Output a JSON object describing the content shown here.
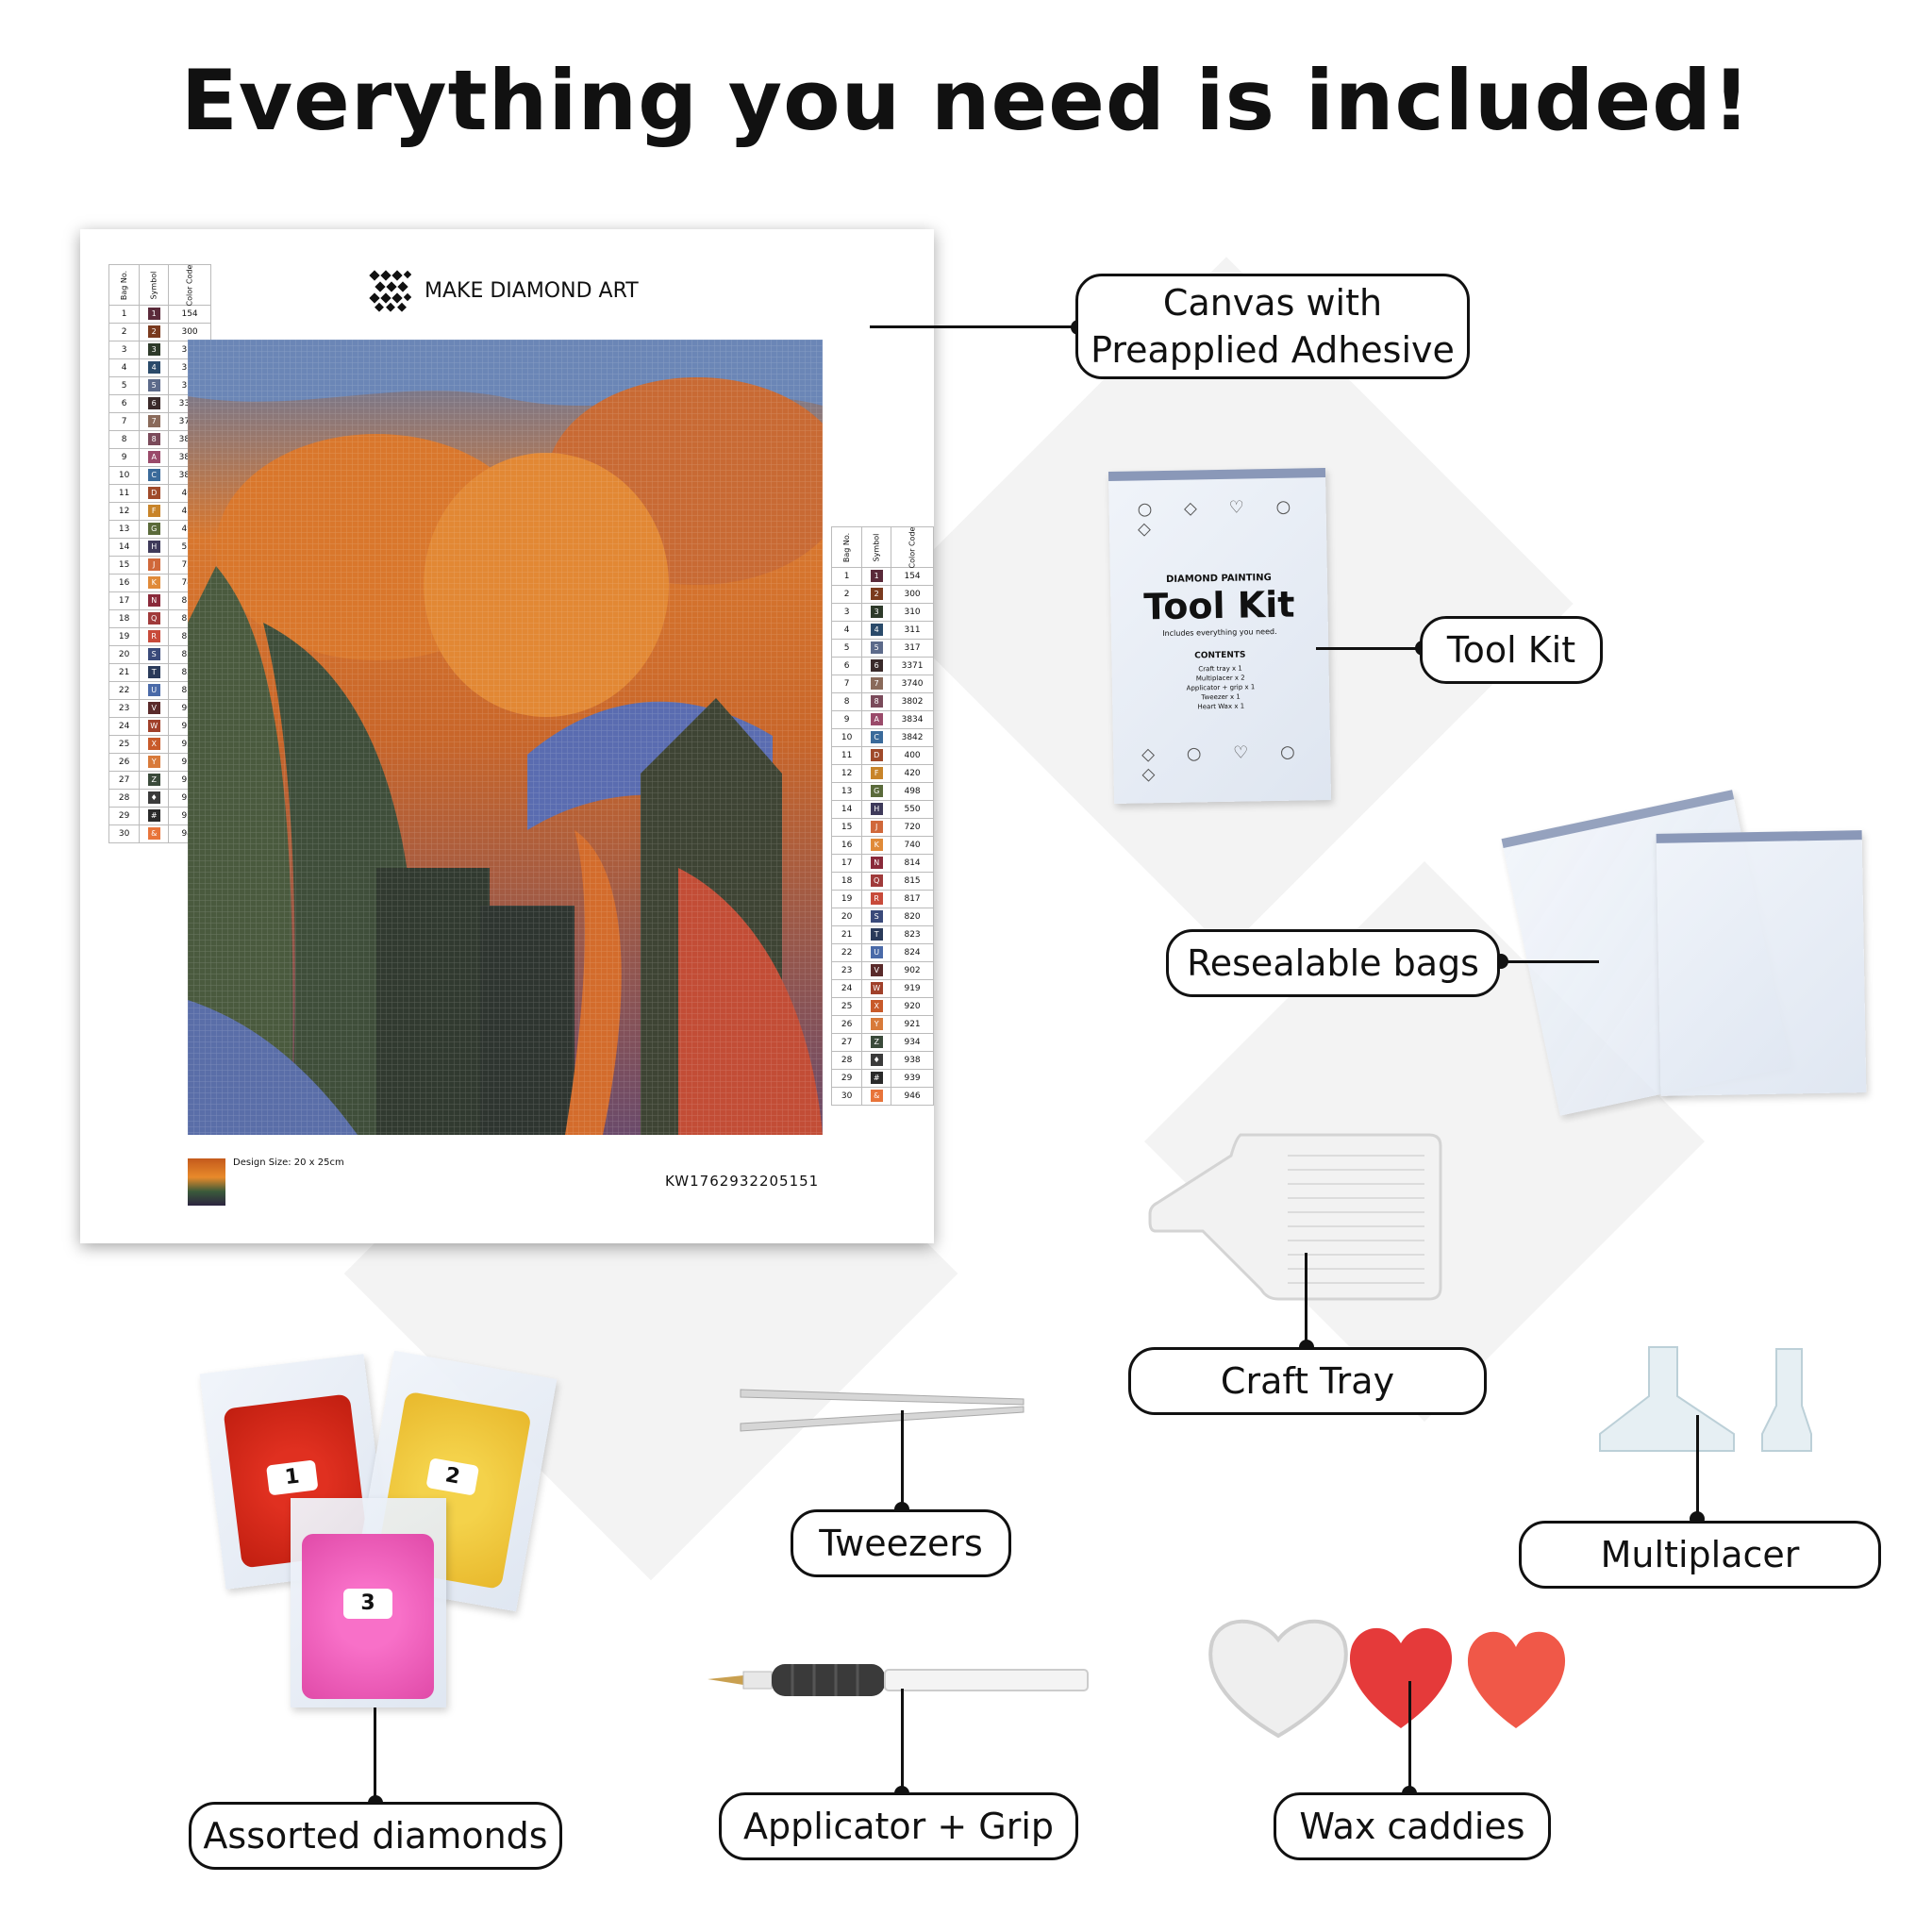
{
  "title": "Everything you need is included!",
  "canvas": {
    "brand": "MAKE DIAMOND ART",
    "design_size": "Design Size: 20 x 25cm",
    "code": "KW1762932205151",
    "legend_headers": [
      "Bag No.",
      "Symbol",
      "Color Code"
    ],
    "legend_rows": [
      [
        "1",
        "1",
        "154"
      ],
      [
        "2",
        "2",
        "300"
      ],
      [
        "3",
        "3",
        "310"
      ],
      [
        "4",
        "4",
        "311"
      ],
      [
        "5",
        "5",
        "317"
      ],
      [
        "6",
        "6",
        "3371"
      ],
      [
        "7",
        "7",
        "3740"
      ],
      [
        "8",
        "8",
        "3802"
      ],
      [
        "9",
        "A",
        "3834"
      ],
      [
        "10",
        "C",
        "3842"
      ],
      [
        "11",
        "D",
        "400"
      ],
      [
        "12",
        "F",
        "420"
      ],
      [
        "13",
        "G",
        "498"
      ],
      [
        "14",
        "H",
        "550"
      ],
      [
        "15",
        "J",
        "720"
      ],
      [
        "16",
        "K",
        "740"
      ],
      [
        "17",
        "N",
        "814"
      ],
      [
        "18",
        "Q",
        "815"
      ],
      [
        "19",
        "R",
        "817"
      ],
      [
        "20",
        "S",
        "820"
      ],
      [
        "21",
        "T",
        "823"
      ],
      [
        "22",
        "U",
        "824"
      ],
      [
        "23",
        "V",
        "902"
      ],
      [
        "24",
        "W",
        "919"
      ],
      [
        "25",
        "X",
        "920"
      ],
      [
        "26",
        "Y",
        "921"
      ],
      [
        "27",
        "Z",
        "934"
      ],
      [
        "28",
        "♦",
        "938"
      ],
      [
        "29",
        "#",
        "939"
      ],
      [
        "30",
        "&",
        "946"
      ]
    ]
  },
  "toolkit": {
    "small_title": "DIAMOND PAINTING",
    "big_title": "Tool Kit",
    "subtitle": "Includes everything you need.",
    "contents_label": "CONTENTS",
    "contents": [
      "Craft tray x 1",
      "Multiplacer x 2",
      "Applicator + grip x 1",
      "Tweezer x 1",
      "Heart Wax x 1"
    ]
  },
  "diamond_bags": [
    "1",
    "2",
    "3"
  ],
  "labels": {
    "canvas": "Canvas with\nPreapplied Adhesive",
    "toolkit": "Tool Kit",
    "bags": "Resealable bags",
    "tray": "Craft Tray",
    "multiplacer": "Multiplacer",
    "tweezers": "Tweezers",
    "diamonds": "Assorted diamonds",
    "applicator": "Applicator + Grip",
    "wax": "Wax caddies"
  }
}
